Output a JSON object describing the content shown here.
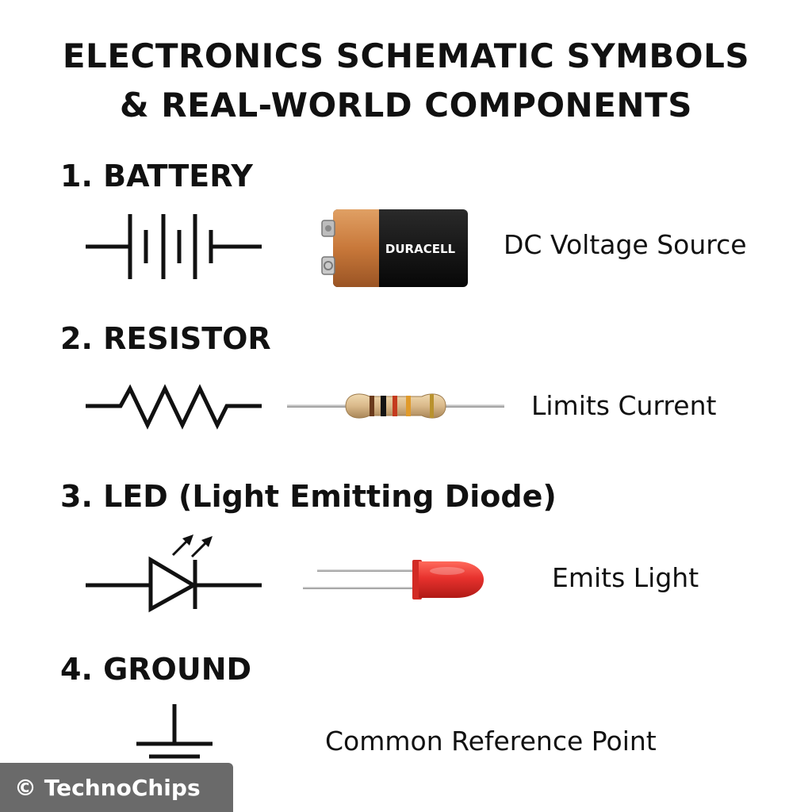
{
  "title": {
    "line1": "ELECTRONICS SCHEMATIC SYMBOLS",
    "line2": "& REAL-WORLD COMPONENTS"
  },
  "sections": [
    {
      "heading": "1. BATTERY",
      "symbol_icon": "battery-symbol-icon",
      "photo_icon": "nine-volt-battery-icon",
      "photo_brand": "DURACELL",
      "description": "DC Voltage Source"
    },
    {
      "heading": "2. RESISTOR",
      "symbol_icon": "resistor-symbol-icon",
      "photo_icon": "axial-resistor-icon",
      "description": "Limits Current"
    },
    {
      "heading": "3. LED (Light Emitting Diode)",
      "symbol_icon": "led-symbol-icon",
      "photo_icon": "red-led-icon",
      "description": "Emits Light"
    },
    {
      "heading": "4. GROUND",
      "symbol_icon": "ground-symbol-icon",
      "description": "Common Reference Point"
    }
  ],
  "watermark": {
    "text": "© TechnoChips"
  },
  "colors": {
    "text": "#111111",
    "battery_copper": "#c8783a",
    "battery_black": "#141414",
    "resistor_body": "#d9b98a",
    "led_red": "#e8322e",
    "watermark_bg": "#6a6a6a"
  }
}
